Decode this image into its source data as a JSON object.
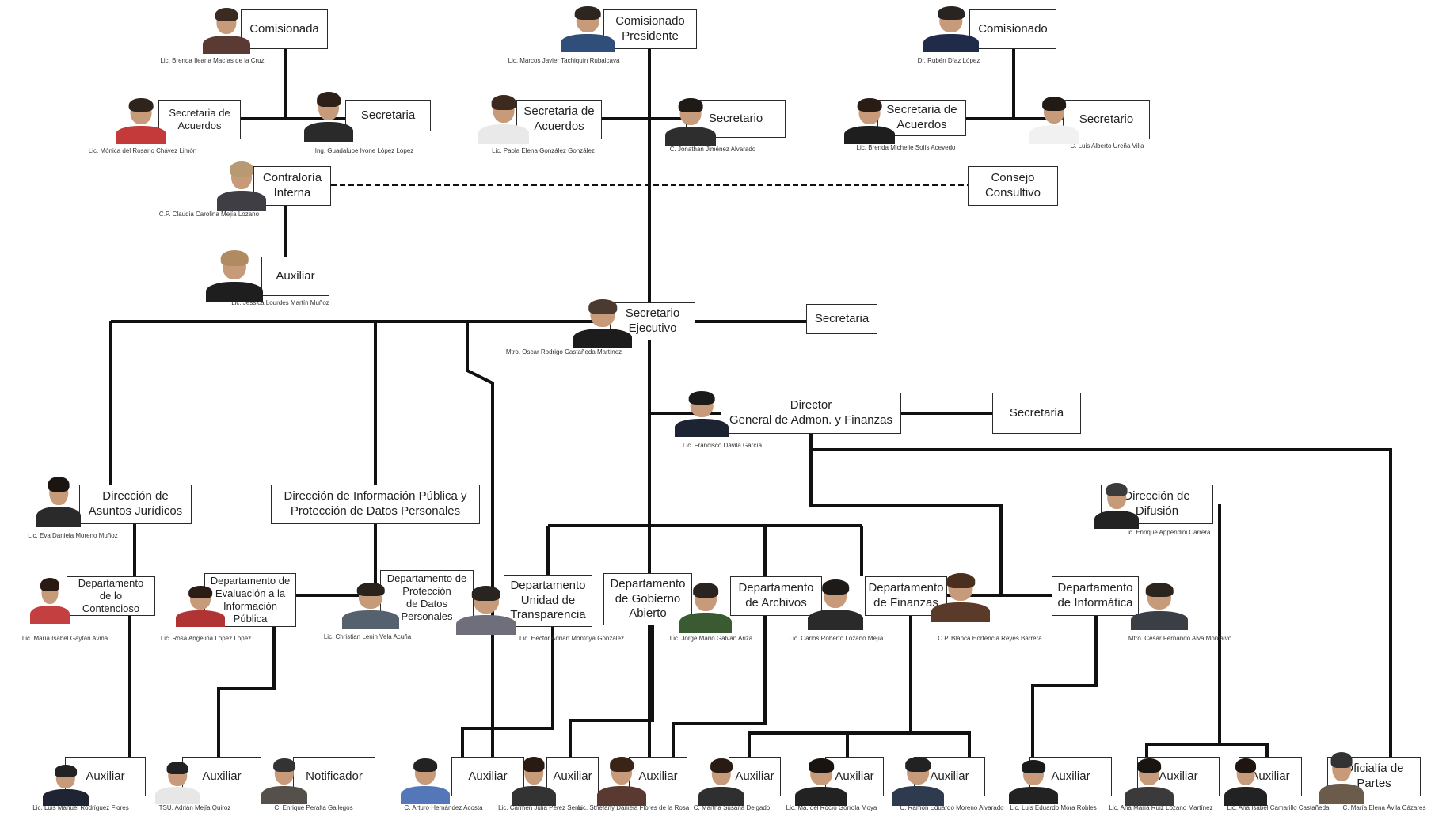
{
  "nodes": {
    "comisionada_1": {
      "label": "Comisionada",
      "person": "Lic. Brenda Ileana Macías de la Cruz"
    },
    "presidente": {
      "label": "Comisionado\nPresidente",
      "person": "Lic. Marcos Javier Tachiquín Rubalcava"
    },
    "comisionado_3": {
      "label": "Comisionado",
      "person": "Dr. Rubén Díaz López"
    },
    "sec_acuerdos_1": {
      "label": "Secretaria de\nAcuerdos",
      "person": "Lic. Mónica del Rosario Chávez Limón"
    },
    "secretaria_1": {
      "label": "Secretaria",
      "person": "Ing. Guadalupe Ivone López López"
    },
    "sec_acuerdos_2": {
      "label": "Secretaria de\nAcuerdos",
      "person": "Lic. Paola Elena González González"
    },
    "secretario_2": {
      "label": "Secretario",
      "person": "C. Jonathan Jiménez Alvarado"
    },
    "sec_acuerdos_3": {
      "label": "Secretaria de\nAcuerdos",
      "person": "Lic. Brenda Michelle Solís Acevedo"
    },
    "secretario_3": {
      "label": "Secretario",
      "person": "C. Luis Alberto Ureña Villa"
    },
    "contraloria": {
      "label": "Contraloría\nInterna",
      "person": "C.P. Claudia Carolina Mejía Lozano"
    },
    "consejo": {
      "label": "Consejo\nConsultivo"
    },
    "auxiliar_contraloria": {
      "label": "Auxiliar",
      "person": "Lic. Jessica Lourdes Martín Muñoz"
    },
    "sec_ejecutivo": {
      "label": "Secretario\nEjecutivo",
      "person": "Mtro. Oscar Rodrigo Castañeda Martínez"
    },
    "secretaria_ejec": {
      "label": "Secretaria"
    },
    "director_admon": {
      "label": "Director\nGeneral de Admon. y Finanzas",
      "person": "Lic. Francisco Dávila García"
    },
    "secretaria_admon": {
      "label": "Secretaria"
    },
    "dir_juridicos": {
      "label": "Dirección de\nAsuntos Jurídicos",
      "person": "Lic. Eva Daniela Moreno Muñoz"
    },
    "dir_informacion": {
      "label": "Dirección de Información Pública y\nProtección de Datos Personales"
    },
    "dir_difusion": {
      "label": "Dirección de\nDifusión",
      "person": "Lic. Enrique Appendini Carrera"
    },
    "depto_contencioso": {
      "label": "Departamento\nde lo Contencioso",
      "person": "Lic. María Isabel Gaytán Aviña"
    },
    "depto_evaluacion": {
      "label": "Departamento de\nEvaluación a la\nInformación\nPública",
      "person": "Lic. Rosa Angelina López López"
    },
    "depto_proteccion": {
      "label": "Departamento de\nProtección\nde Datos\nPersonales",
      "person": "Lic. Christian Lenin Vela Acuña"
    },
    "depto_transparencia": {
      "label": "Departamento\nUnidad de\nTransparencia",
      "person": "Lic. Héctor Adrián Montoya González"
    },
    "depto_gobierno": {
      "label": "Departamento\nde Gobierno\nAbierto",
      "person": "Lic. Jorge Mario Galván Ariza"
    },
    "depto_archivos": {
      "label": "Departamento\nde Archivos",
      "person": "Lic. Carlos Roberto Lozano Mejía"
    },
    "depto_finanzas": {
      "label": "Departamento\nde Finanzas",
      "person": "C.P. Blanca Hortencia Reyes Barrera"
    },
    "depto_informatica": {
      "label": "Departamento\nde Informática",
      "person": "Mtro. César Fernando Alva Montalvo"
    },
    "aux_1": {
      "label": "Auxiliar",
      "person": "Lic. Luis Manuel Rodríguez Flores"
    },
    "aux_2": {
      "label": "Auxiliar",
      "person": "TSU. Adrián Mejía Quiroz"
    },
    "notificador": {
      "label": "Notificador",
      "person": "C. Enrique Peralta Gallegos"
    },
    "aux_3": {
      "label": "Auxiliar",
      "person": "C. Arturo Hernández Acosta"
    },
    "aux_4": {
      "label": "Auxiliar",
      "person": "Lic. Carmen Julia Pérez Sena"
    },
    "aux_5": {
      "label": "Auxiliar",
      "person": "Lic. Sthefany Daniela Flores de la Rosa"
    },
    "aux_6": {
      "label": "Auxiliar",
      "person": "C. Martha Susana Delgado"
    },
    "aux_7": {
      "label": "Auxiliar",
      "person": "Lic. Ma. del Rocío Gorrola Moya"
    },
    "aux_8": {
      "label": "Auxiliar",
      "person": "C. Ramón Eduardo Moreno Alvarado"
    },
    "aux_9": {
      "label": "Auxiliar",
      "person": "Lic. Luis Eduardo Mora Robles"
    },
    "aux_10": {
      "label": "Auxiliar",
      "person": "Lic. Ana María Ruiz Lozano Martínez"
    },
    "aux_11": {
      "label": "Auxiliar",
      "person": "Lic. Ana Isabel Camarillo Castañeda"
    },
    "oficialia": {
      "label": "Oficialía de\nPartes",
      "person": "C. María Elena Ávila Cázares"
    }
  }
}
